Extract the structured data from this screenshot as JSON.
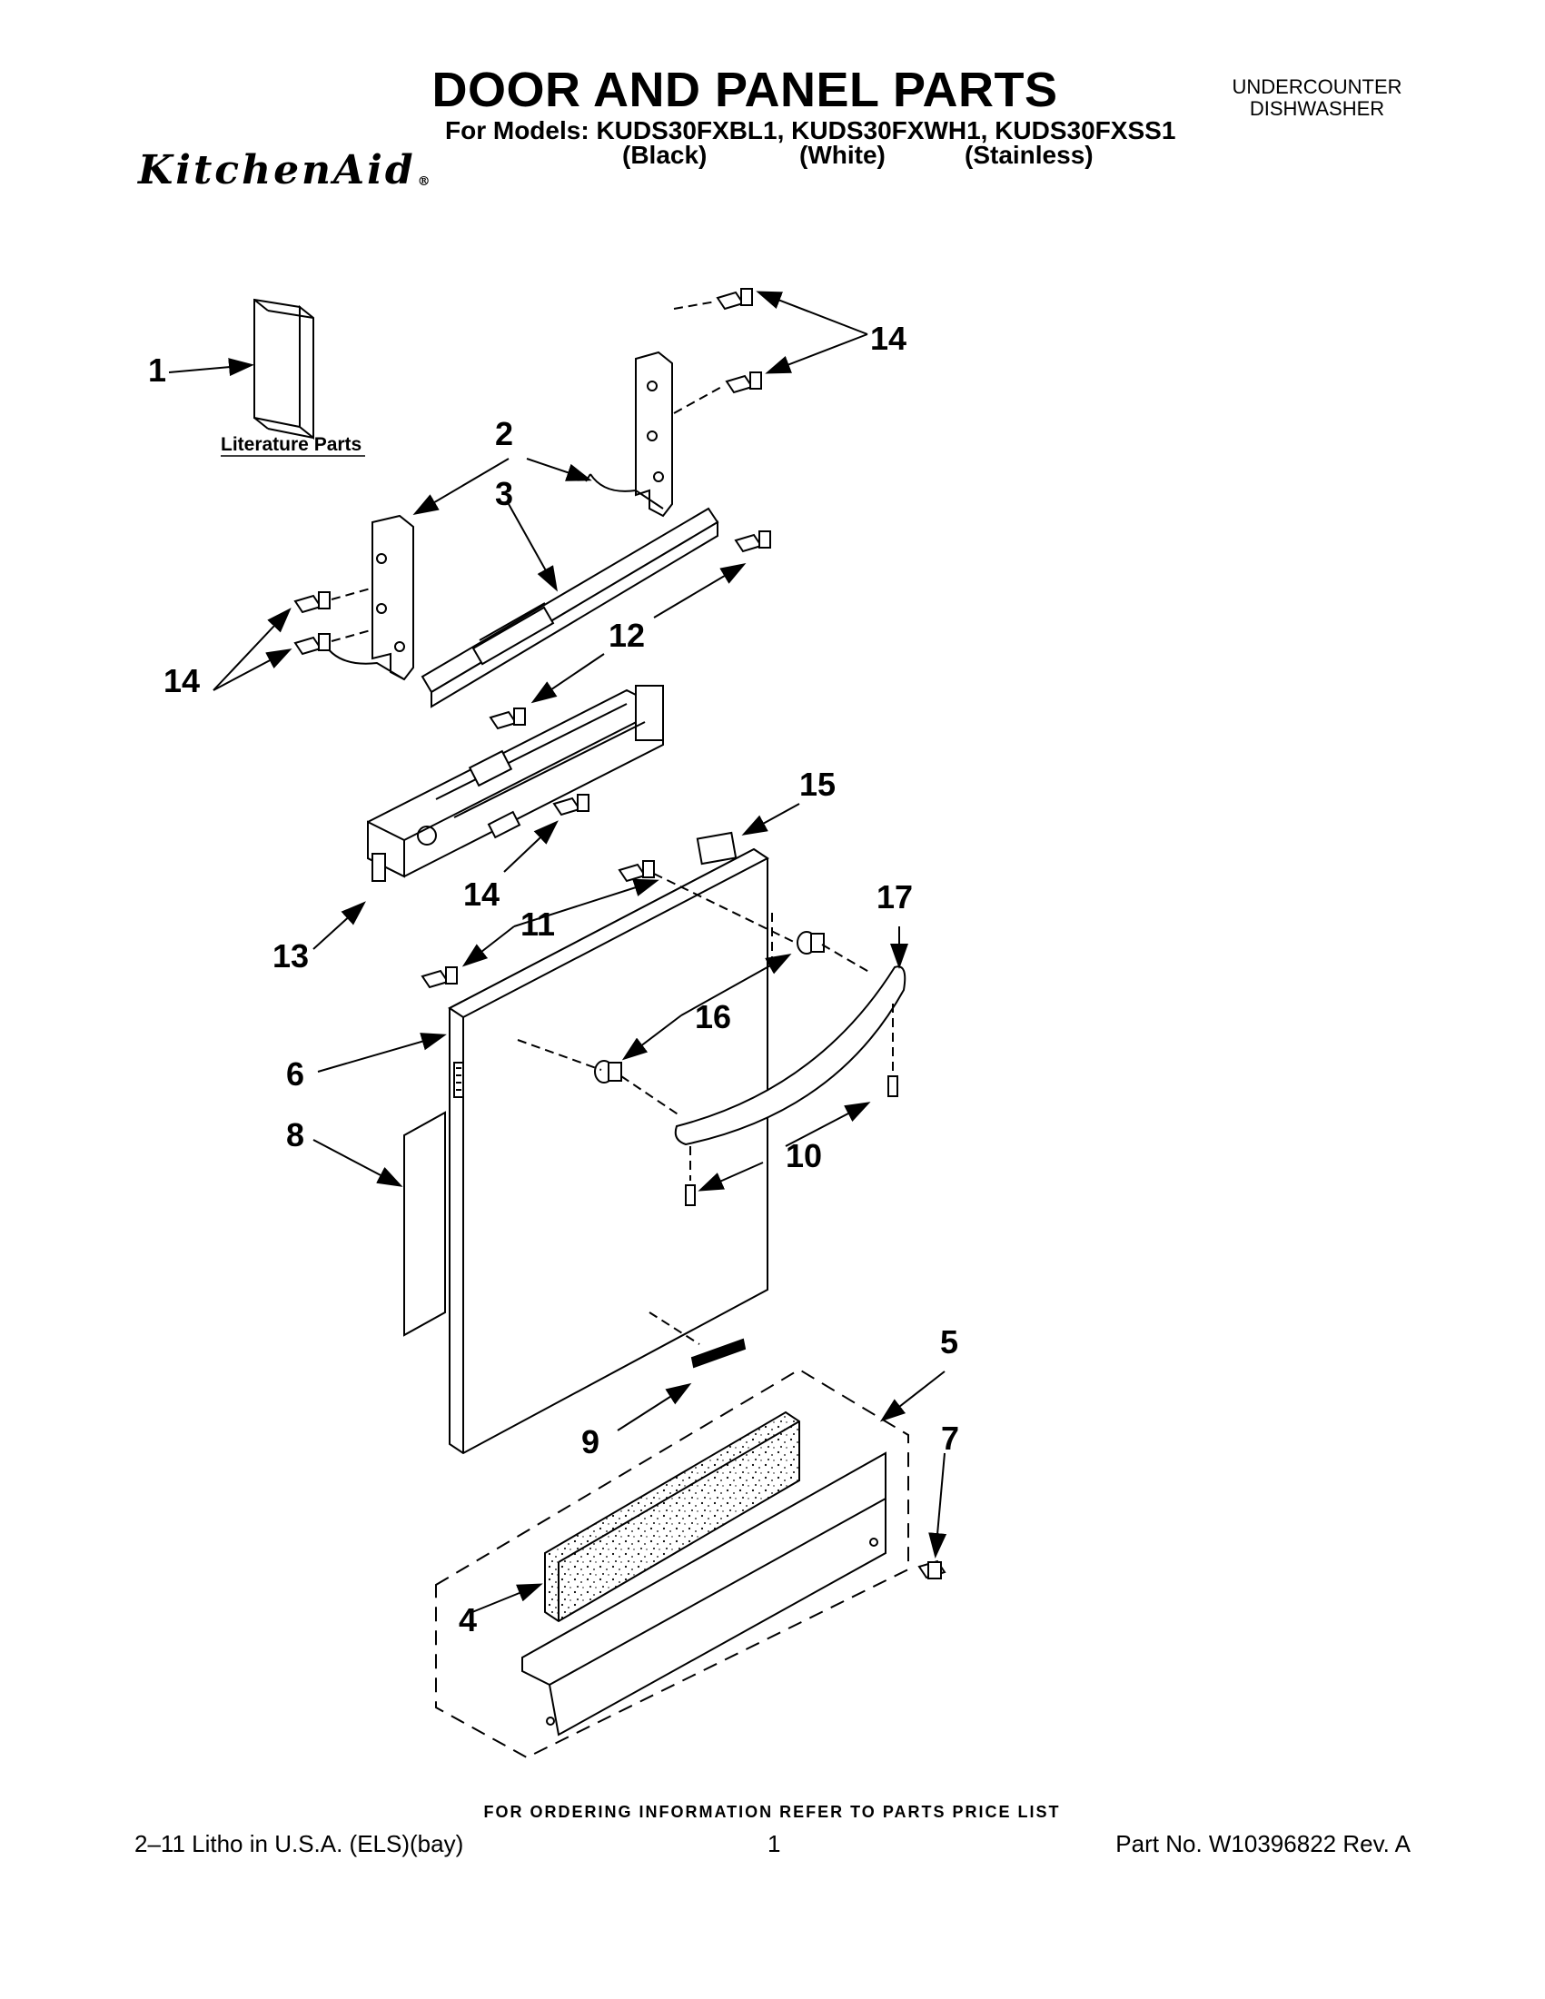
{
  "header": {
    "title": "DOOR AND PANEL PARTS",
    "models_line": "For Models: KUDS30FXBL1, KUDS30FXWH1, KUDS30FXSS1",
    "variants": [
      "(Black)",
      "(White)",
      "(Stainless)"
    ],
    "product_type": [
      "UNDERCOUNTER",
      "DISHWASHER"
    ],
    "brand": "KitchenAid",
    "brand_mark": "®"
  },
  "diagram": {
    "literature_label": "Literature Parts",
    "callouts": {
      "c1": "1",
      "c2": "2",
      "c3": "3",
      "c4": "4",
      "c5": "5",
      "c6": "6",
      "c7": "7",
      "c8": "8",
      "c9": "9",
      "c10": "10",
      "c11": "11",
      "c12": "12",
      "c13": "13",
      "c14a": "14",
      "c14b": "14",
      "c14c": "14",
      "c15": "15",
      "c16": "16",
      "c17": "17"
    }
  },
  "footer": {
    "ordering_note": "FOR ORDERING INFORMATION REFER TO PARTS PRICE LIST",
    "litho": "2–11 Litho in U.S.A. (ELS)(bay)",
    "page": "1",
    "part_no": "Part No. W10396822 Rev. A"
  }
}
